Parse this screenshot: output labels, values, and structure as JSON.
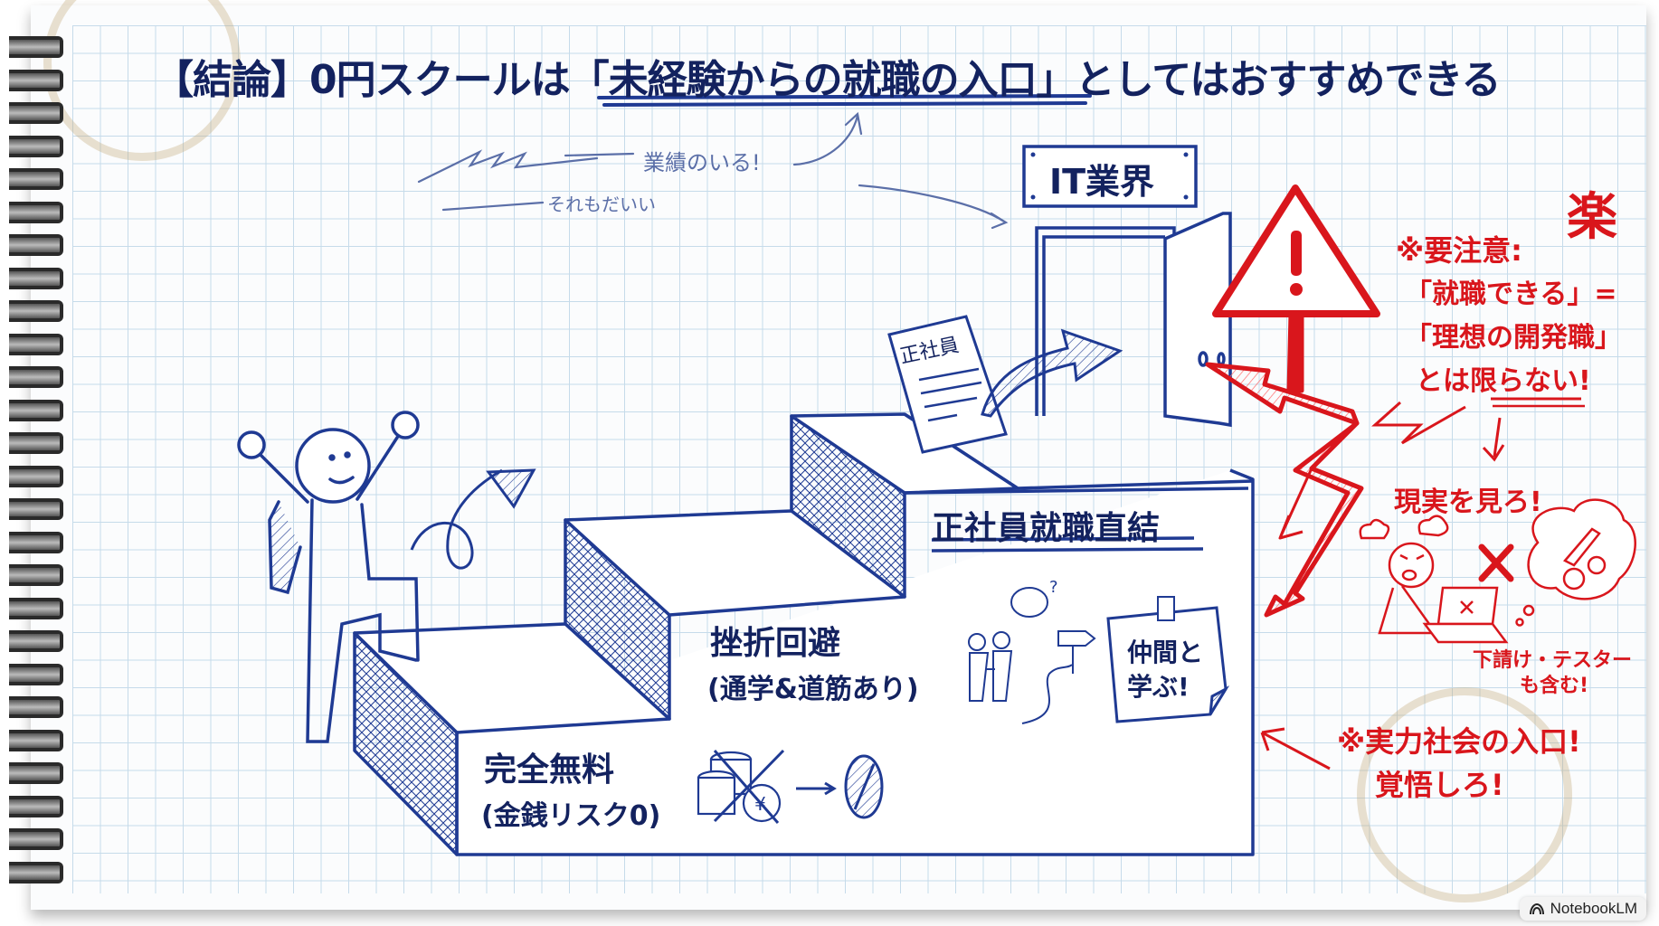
{
  "title": {
    "prefix": "【結論】0円スクールは「",
    "emphasis": "未経験からの就職の入口",
    "suffix": "」としてはおすすめできる"
  },
  "handwritten_notes": {
    "note1": "業績のいる!",
    "note2": "それもだいい"
  },
  "door_sign": "IT業界",
  "certificate_label": "正社員",
  "steps": [
    {
      "label": "完全無料",
      "sub": "(金銭リスク0)",
      "icons": [
        "coins-crossed-icon",
        "arrow-right-icon",
        "zero-icon"
      ],
      "arrow": "→"
    },
    {
      "label": "挫折回避",
      "sub": "(通学&道筋あり)",
      "icons": [
        "handshake-people-icon",
        "winding-path-signpost-icon"
      ]
    },
    {
      "label": "正社員就職直結",
      "sub": ""
    }
  ],
  "sticky_note": {
    "line1": "仲間と",
    "line2": "学ぶ!"
  },
  "warning": {
    "kanji_corner": "楽",
    "header": "※要注意:",
    "line1": "「就職できる」=",
    "line2": "「理想の開発職」",
    "line3_prefix": "とは",
    "line3_emph": "限らない!",
    "reality": "現実を見ろ!",
    "cross": "✕",
    "caption1": "下請け・テスター",
    "caption2": "も含む!",
    "bottom1": "※実力社会の入口!",
    "bottom2": "覚悟しろ!"
  },
  "colors": {
    "navy": "#13225f",
    "ink_blue": "#1f3a93",
    "red": "#d9161c",
    "grid": "#c6dbea",
    "stain": "#c4a878"
  },
  "badge": {
    "label": "NotebookLM"
  }
}
